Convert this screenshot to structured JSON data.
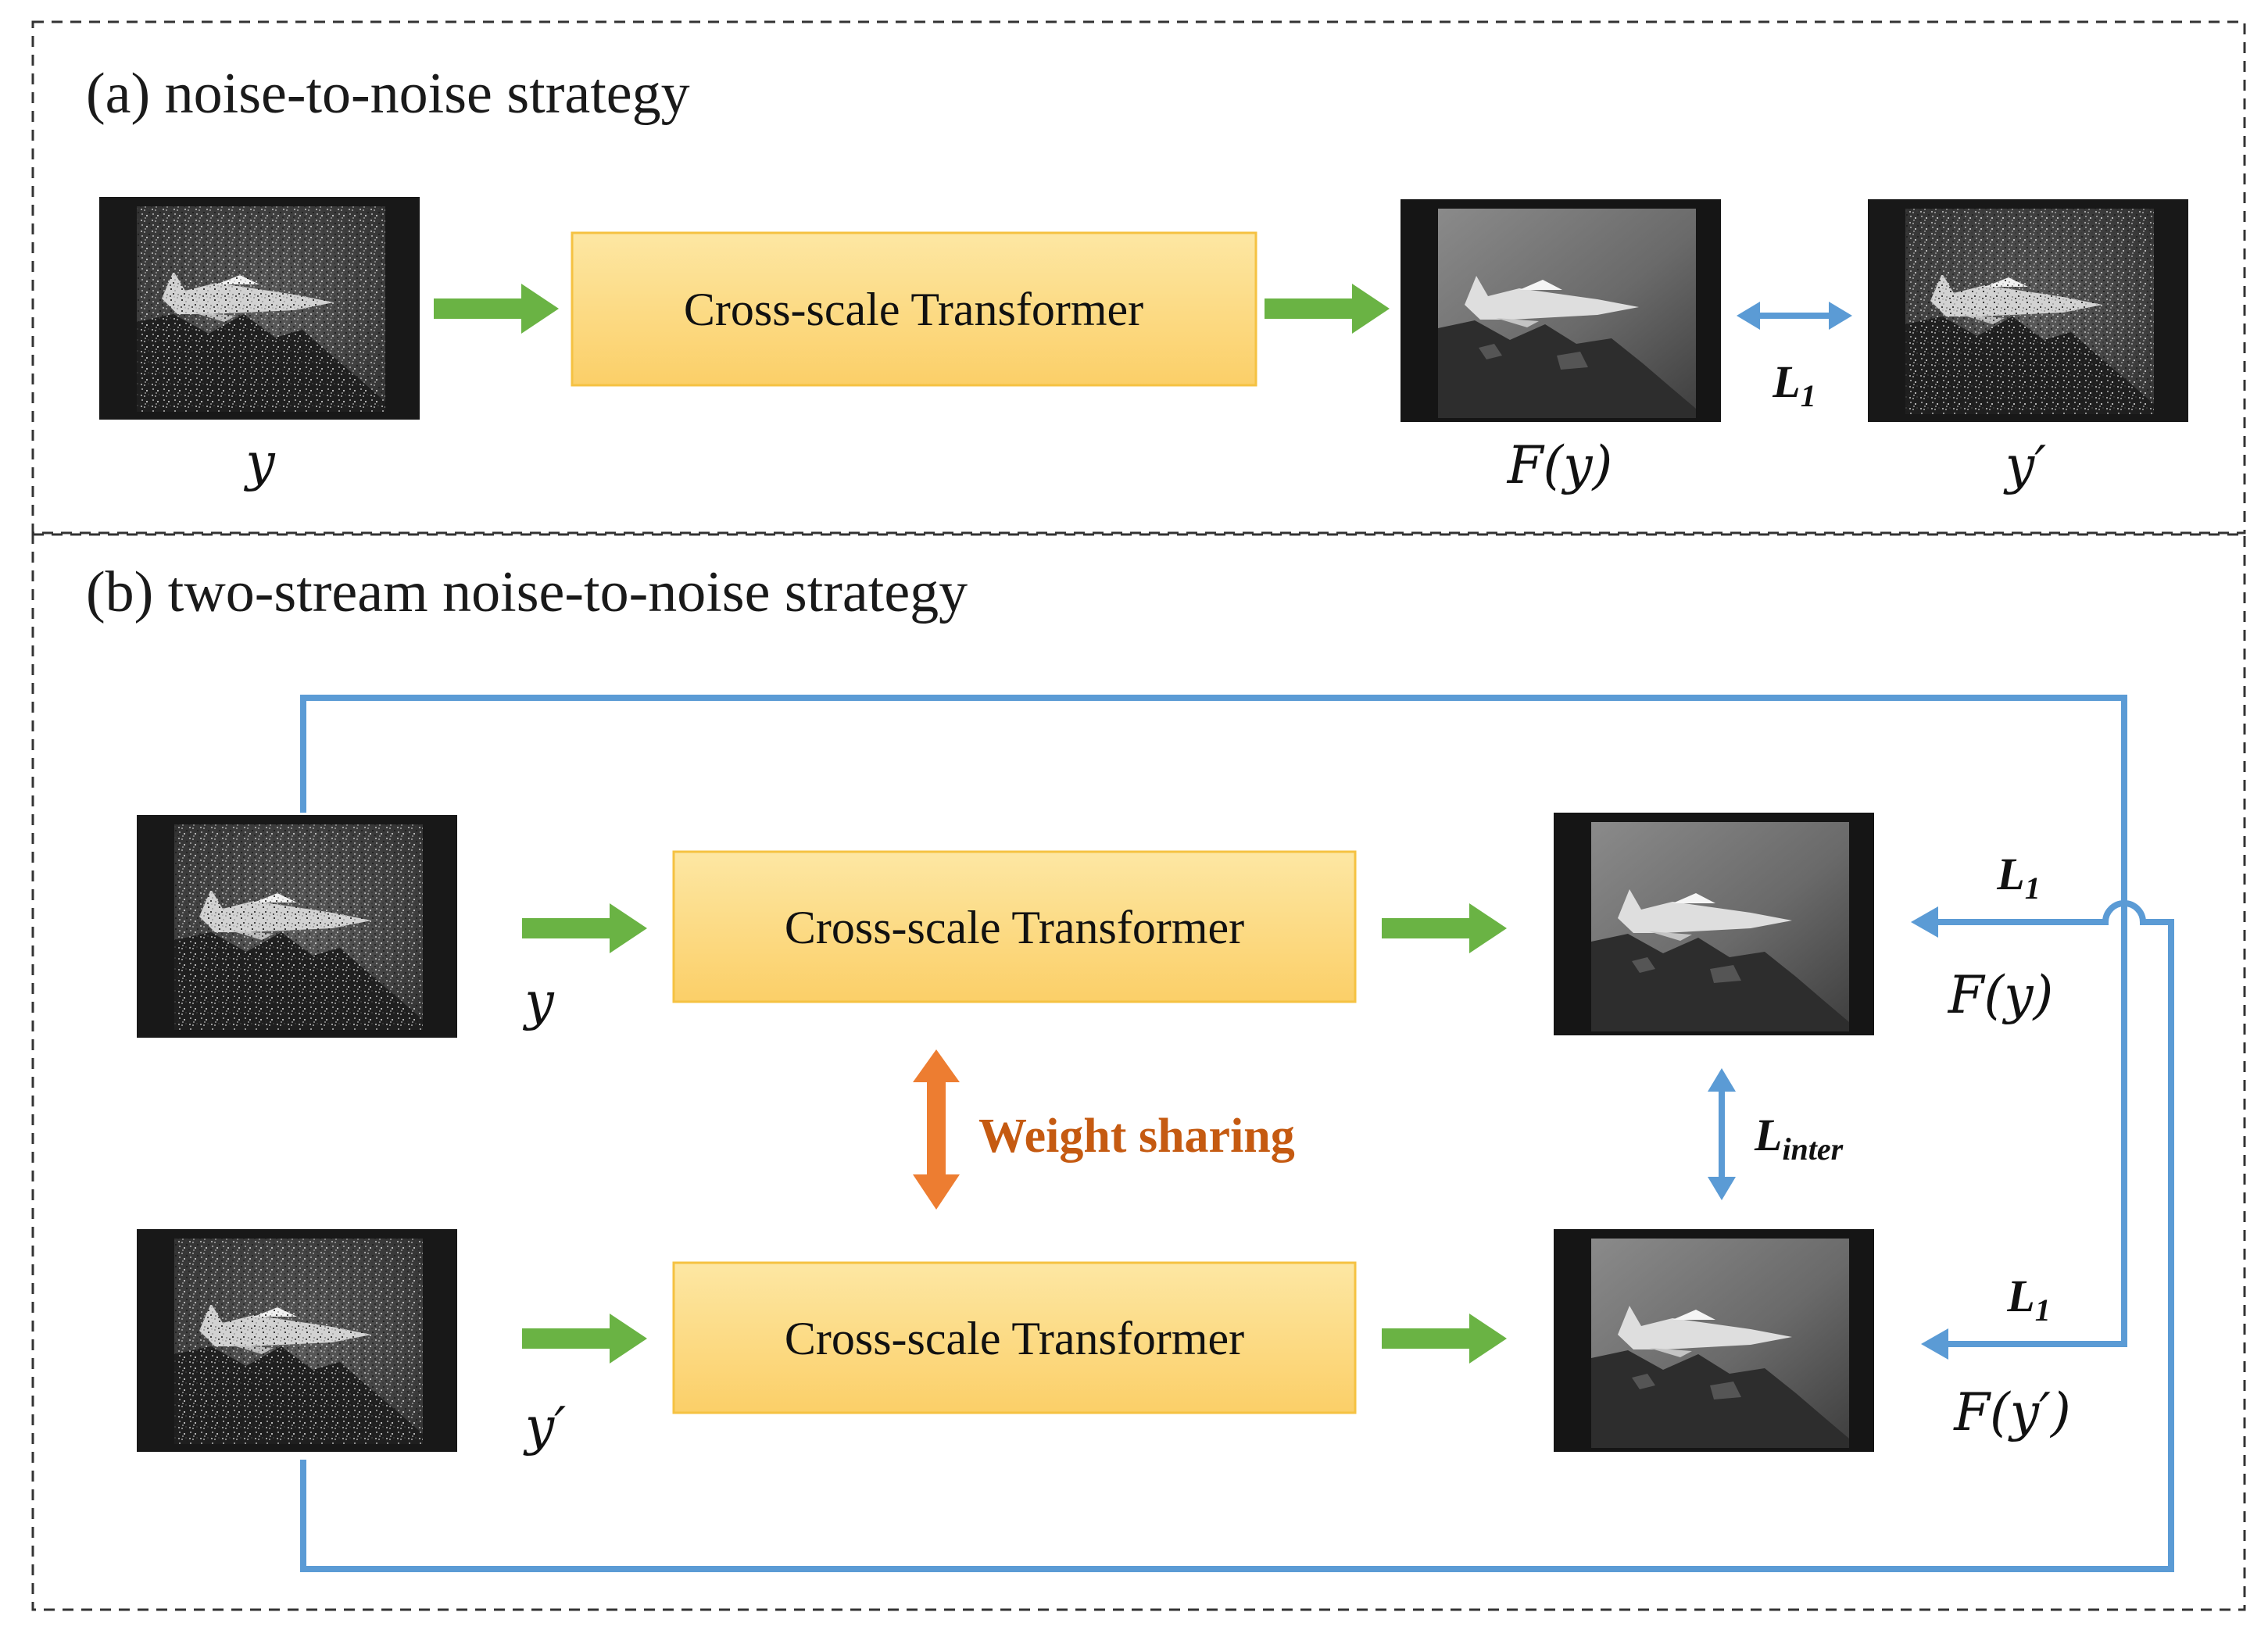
{
  "panel_a": {
    "title": "(a) noise-to-noise strategy",
    "transformer_label": "Cross-scale Transformer",
    "input_label": "y",
    "output_label": "F(y)",
    "target_label": "y′",
    "loss": {
      "main": "L",
      "sub": "1"
    }
  },
  "panel_b": {
    "title": "(b) two-stream noise-to-noise strategy",
    "top_transformer_label": "Cross-scale Transformer",
    "bottom_transformer_label": "Cross-scale Transformer",
    "top_input_label": "y",
    "bottom_input_label": "y′",
    "top_output_label": "F(y)",
    "bottom_output_label": "F(y′)",
    "weight_sharing_label": "Weight sharing",
    "loss_top": {
      "main": "L",
      "sub": "1"
    },
    "loss_bottom": {
      "main": "L",
      "sub": "1"
    },
    "loss_inter": {
      "main": "L",
      "sub": "inter"
    }
  },
  "colors": {
    "flow_arrow": "#6ab344",
    "loss_line": "#5b9bd5",
    "weight_arrow": "#ed7d31",
    "weight_text": "#c55a11",
    "transformer_fill_top": "#fde7a3",
    "transformer_fill_bottom": "#fbcf68",
    "transformer_border": "#f5c242",
    "panel_border": "#333333"
  },
  "icons": {
    "noisy_image": "noisy-jet-photo-icon",
    "denoised_image": "denoised-jet-photo-icon"
  }
}
